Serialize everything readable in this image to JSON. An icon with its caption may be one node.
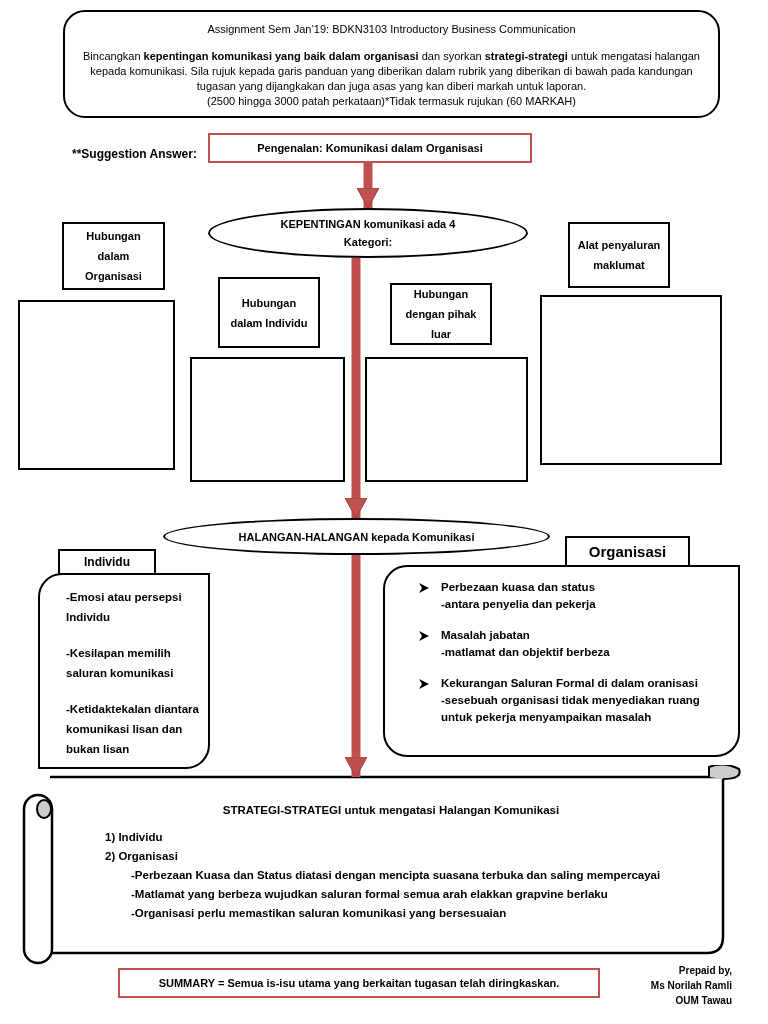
{
  "diagram": {
    "nodes": [
      {
        "text": [
          "Assignment Sem Jan’19: BDKN3103 Introductory Business Communication",
          "Bincangkan **kepentingan komunikasi yang baik dalam organisasi** dan syorkan **strategi-strategi** untuk mengatasi halangan kepada komunikasi. Sila rujuk kepada garis panduan yang diberikan dalam rubrik yang diberikan di bawah pada kandungan tugasan yang dijangkakan dan juga asas yang kan diberi markah untuk laporan.",
          "(2500 hingga 3000 patah perkataan)*Tidak termasuk rujukan (60 MARKAH)"
        ]
      },
      {
        "text": [
          "Pengenalan: Komunikasi dalam Organisasi"
        ]
      },
      {
        "text": [
          "KEPENTINGAN komunikasi ada 4 Kategori:"
        ]
      },
      {
        "text": [
          "Hubungan dalam Organisasi"
        ]
      },
      {
        "text": [],
        "shape": "box"
      },
      {
        "text": [
          "Hubungan dalam Individu"
        ]
      },
      {
        "text": [],
        "shape": "box"
      },
      {
        "text": [
          "Hubungan dengan pihak luar"
        ]
      },
      {
        "text": [],
        "shape": "box"
      },
      {
        "text": [
          "Alat penyaluran maklumat"
        ]
      },
      {
        "text": [],
        "shape": "box"
      },
      {
        "text": [
          "HALANGAN-HALANGAN kepada Komunikasi"
        ]
      },
      {
        "text": [
          "Individu"
        ]
      },
      {
        "text": [
          "-Emosi atau persepsi Individu",
          "-Kesilapan memilih saluran komunikasi",
          "-Ketidaktekalan diantara komunikasi lisan dan bukan lisan"
        ]
      },
      {
        "text": [
          "Organisasi"
        ]
      },
      {
        "text": [
          "Perbezaan kuasa dan status",
          "-antara penyelia dan pekerja",
          "Masalah jabatan",
          "-matlamat dan objektif berbeza",
          "Kekurangan Saluran Formal di dalam oranisasi",
          "-sesebuah organisasi tidak menyediakan ruang untuk pekerja menyampaikan masalah"
        ]
      },
      {
        "text": [
          "STRATEGI-STRATEGI untuk mengatasi Halangan Komunikasi",
          "1) Individu",
          "2) Organisasi",
          "-Perbezaan Kuasa dan Status diatasi dengan mencipta suasana terbuka dan saling mempercayai",
          "-Matlamat yang berbeza wujudkan saluran formal semua arah elakkan grapvine berlaku",
          "-Organisasi perlu memastikan saluran komunikasi yang bersesuaian"
        ]
      },
      {
        "text": [
          "SUMMARY = Semua is-isu utama yang berkaitan tugasan telah diringkaskan."
        ]
      }
    ],
    "edges": [
      {
        "from": 1,
        "to": 2,
        "arrow": "to"
      },
      {
        "from": 2,
        "to": 11,
        "arrow": "to"
      },
      {
        "from": 11,
        "to": 16,
        "arrow": "to"
      }
    ],
    "labels": [
      "**Suggestion Answer:",
      "Prepaid by,",
      "Ms Norilah Ramli",
      "OUM Tawau"
    ]
  }
}
